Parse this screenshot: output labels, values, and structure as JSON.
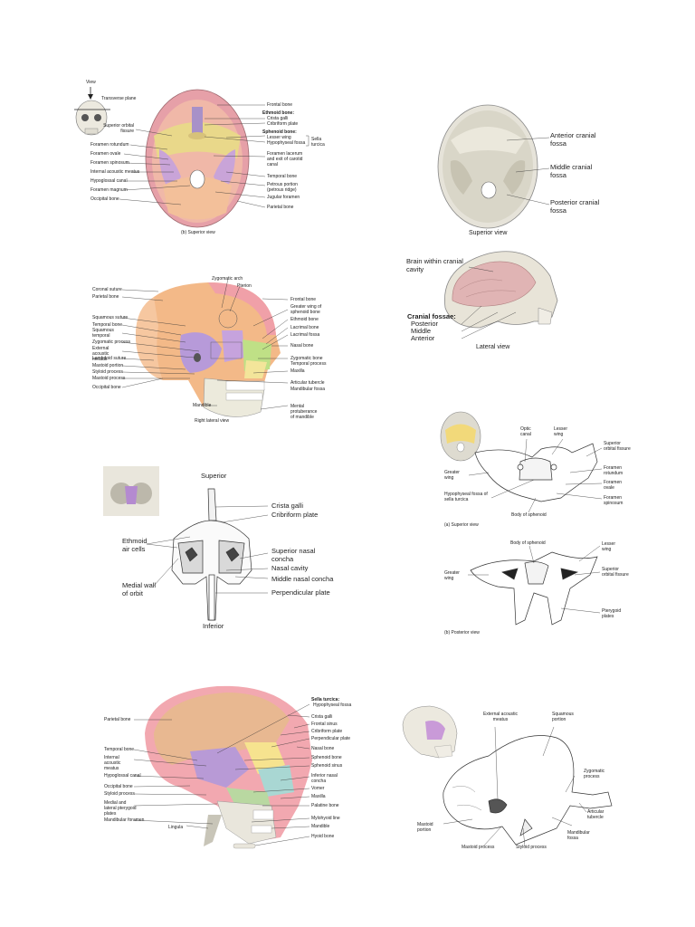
{
  "panel_superior_base": {
    "view": "View",
    "transverse_plane": "Transverse plane",
    "caption": "(b) Superior view",
    "left_labels": [
      "Superior orbital fissure",
      "Foramen rotundum",
      "Foramen ovale",
      "Foramen spinosum",
      "Internal acoustic meatus",
      "Hypoglossal canal",
      "Foramen magnum",
      "Occipital bone"
    ],
    "right_labels": [
      "Frontal bone",
      "Ethmoid bone:",
      "Crista galli",
      "Cribriform plate",
      "Sphenoid bone:",
      "Lesser wing",
      "Hypophyseal fossa",
      "Sella turcica",
      "Foramen lacerum and exit of carotid canal",
      "Temporal bone",
      "Petrous portion (petrous ridge)",
      "Jugular foramen",
      "Parietal bone"
    ]
  },
  "panel_cranial_fossae": {
    "labels": [
      "Anterior cranial fossa",
      "Middle cranial fossa",
      "Posterior cranial fossa"
    ],
    "superior_caption": "Superior view",
    "brain_label": "Brain within cranial cavity",
    "fossae_title": "Cranial fossae:",
    "fossae_items": [
      "Posterior",
      "Middle",
      "Anterior"
    ],
    "lateral_caption": "Lateral view"
  },
  "panel_lateral_skull": {
    "top_labels": [
      "Zygomatic arch",
      "Pterion"
    ],
    "left_labels": [
      "Coronal suture",
      "Parietal bone",
      "Squamous suture",
      "Temporal bone",
      "Squamous temporal",
      "Zygomatic process",
      "External acoustic meatus",
      "Lambdoid suture",
      "Mastoid portion",
      "Styloid process",
      "Mastoid process",
      "Occipital bone"
    ],
    "right_labels": [
      "Frontal bone",
      "Greater wing of sphenoid bone",
      "Ethmoid bone",
      "Lacrimal bone",
      "Lacrimal fossa",
      "Nasal bone",
      "Zygomatic bone",
      "Temporal process",
      "Maxilla",
      "Articular tubercle",
      "Mandibular fossa",
      "Mental protuberance of mandible"
    ],
    "mandible": "Mandible",
    "caption": "Right lateral view"
  },
  "panel_sphenoid": {
    "top_labels": [
      "Optic canal",
      "Lesser wing"
    ],
    "right_labels": [
      "Superior orbital fissure",
      "Foramen rotundum",
      "Foramen ovale",
      "Foramen spinosum"
    ],
    "left_labels": [
      "Greater wing",
      "Hypophyseal fossa of sella turcica"
    ],
    "body": "Body of sphenoid",
    "caption_a": "(a) Superior view",
    "post_top": "Body of sphenoid",
    "post_left": "Greater wing",
    "post_right": [
      "Lesser wing",
      "Superior orbital fissure",
      "Pterygoid plates"
    ],
    "caption_b": "(b) Posterior view"
  },
  "panel_ethmoid": {
    "superior": "Superior",
    "inferior": "Inferior",
    "left_labels": [
      "Ethmoid air cells",
      "Medial wall of orbit"
    ],
    "right_labels": [
      "Crista galli",
      "Cribriform plate",
      "Superior nasal concha",
      "Nasal cavity",
      "Middle nasal concha",
      "Perpendicular plate"
    ]
  },
  "panel_sagittal": {
    "left_labels": [
      "Parietal bone",
      "Temporal bone",
      "Internal acoustic meatus",
      "Hypoglossal canal",
      "Occipital bone",
      "Styloid process",
      "Medial and lateral pterygoid plates",
      "Mandibular foramen",
      "Lingula"
    ],
    "right_labels": [
      "Sella turcica:",
      "Hypophyseal fossa",
      "Crista galli",
      "Frontal sinus",
      "Cribriform plate",
      "Perpendicular plate",
      "Nasal bone",
      "Sphenoid bone",
      "Sphenoid sinus",
      "Inferior nasal concha",
      "Vomer",
      "Maxilla",
      "Palatine bone",
      "Mylohyoid line",
      "Mandible",
      "Hyoid bone"
    ]
  },
  "panel_temporal": {
    "labels": [
      "External acoustic meatus",
      "Squamous portion",
      "Zygomatic process",
      "Articular tubercle",
      "Mandibular fossa",
      "Mastoid portion",
      "Mastoid process",
      "Styloid process"
    ]
  }
}
